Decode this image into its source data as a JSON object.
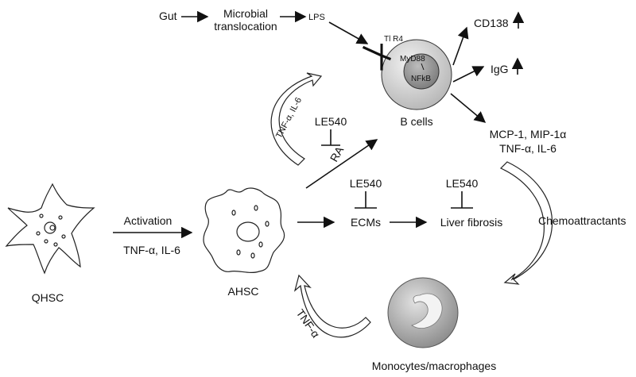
{
  "labels": {
    "gut": "Gut",
    "microbial_1": "Microbial",
    "microbial_2": "translocation",
    "lps": "LPS",
    "tlr4": "Tl R4",
    "myd88": "MyD88",
    "nfkb": "NFkB",
    "b_cells": "B cells",
    "cd138": "CD138",
    "igg": "IgG",
    "chemokines_1": "MCP-1, MIP-1α",
    "chemokines_2": "TNF-α, IL-6",
    "chemoattractants": "Chemoattractants",
    "tnf_il6_feedback": "TNF-α, IL-6",
    "le540_ra": "LE540",
    "ra": "RA",
    "le540_ecm": "LE540",
    "ecms": "ECMs",
    "le540_fibrosis": "LE540",
    "liver_fibrosis": "Liver fibrosis",
    "activation": "Activation",
    "activation_cytokines": "TNF-α, IL-6",
    "qhsc": "QHSC",
    "ahsc": "AHSC",
    "tnf_alpha": "TNF-α",
    "monocytes": "Monocytes/macrophages"
  },
  "colors": {
    "line": "#111111",
    "b_cell_outer": "#d9d9d9",
    "b_cell_nucleus": "#9a9a9a",
    "monocyte": "#a8a8a8"
  }
}
